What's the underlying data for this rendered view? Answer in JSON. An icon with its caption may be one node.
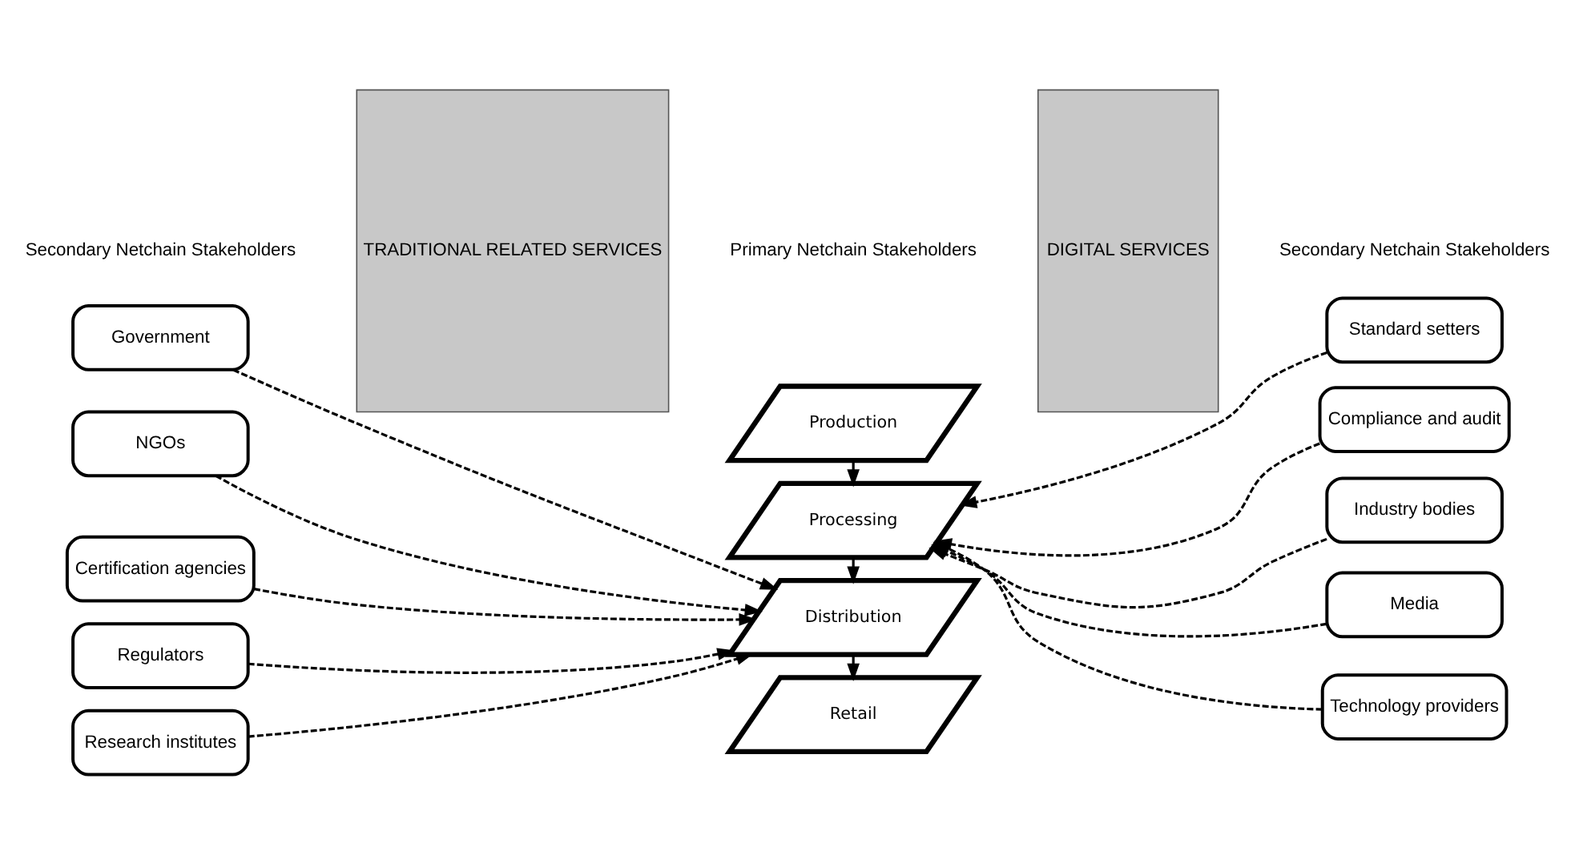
{
  "diagram": {
    "nodes": [
      {
        "text": [
          "Government"
        ]
      },
      {
        "text": [
          "NGOs"
        ]
      },
      {
        "text": [
          "Certification agencies"
        ]
      },
      {
        "text": [
          "Regulators"
        ]
      },
      {
        "text": [
          "Research institutes"
        ]
      },
      {
        "text": [
          "TRADITIONAL RELATED SERVICES"
        ]
      },
      {
        "text": [
          "Production"
        ]
      },
      {
        "text": [
          "Processing"
        ]
      },
      {
        "text": [
          "Distribution"
        ]
      },
      {
        "text": [
          "Retail"
        ]
      },
      {
        "text": [
          "DIGITAL SERVICES"
        ]
      },
      {
        "text": [
          "Standard setters"
        ]
      },
      {
        "text": [
          "Compliance and audit"
        ]
      },
      {
        "text": [
          "Industry bodies"
        ]
      },
      {
        "text": [
          "Media"
        ]
      },
      {
        "text": [
          "Technology providers"
        ]
      }
    ],
    "edges": [
      {
        "from": 6,
        "to": 7,
        "arrow": "to"
      },
      {
        "from": 7,
        "to": 8,
        "arrow": "to"
      },
      {
        "from": 8,
        "to": 9,
        "arrow": "to"
      },
      {
        "from": 0,
        "to": 8,
        "arrow": "to",
        "style": "dashed"
      },
      {
        "from": 1,
        "to": 8,
        "arrow": "to",
        "style": "dashed"
      },
      {
        "from": 2,
        "to": 8,
        "arrow": "to",
        "style": "dashed"
      },
      {
        "from": 3,
        "to": 8,
        "arrow": "to",
        "style": "dashed"
      },
      {
        "from": 4,
        "to": 8,
        "arrow": "to",
        "style": "dashed"
      },
      {
        "from": 11,
        "to": 7,
        "arrow": "to",
        "style": "dashed"
      },
      {
        "from": 12,
        "to": 7,
        "arrow": "to",
        "style": "dashed"
      },
      {
        "from": 13,
        "to": 7,
        "arrow": "to",
        "style": "dashed"
      },
      {
        "from": 14,
        "to": 7,
        "arrow": "to",
        "style": "dashed"
      },
      {
        "from": 15,
        "to": 7,
        "arrow": "to",
        "style": "dashed"
      }
    ],
    "labels": [
      "Secondary Netchain Stakeholders",
      "Primary Netchain Stakeholders",
      "Secondary Netchain Stakeholders"
    ]
  }
}
